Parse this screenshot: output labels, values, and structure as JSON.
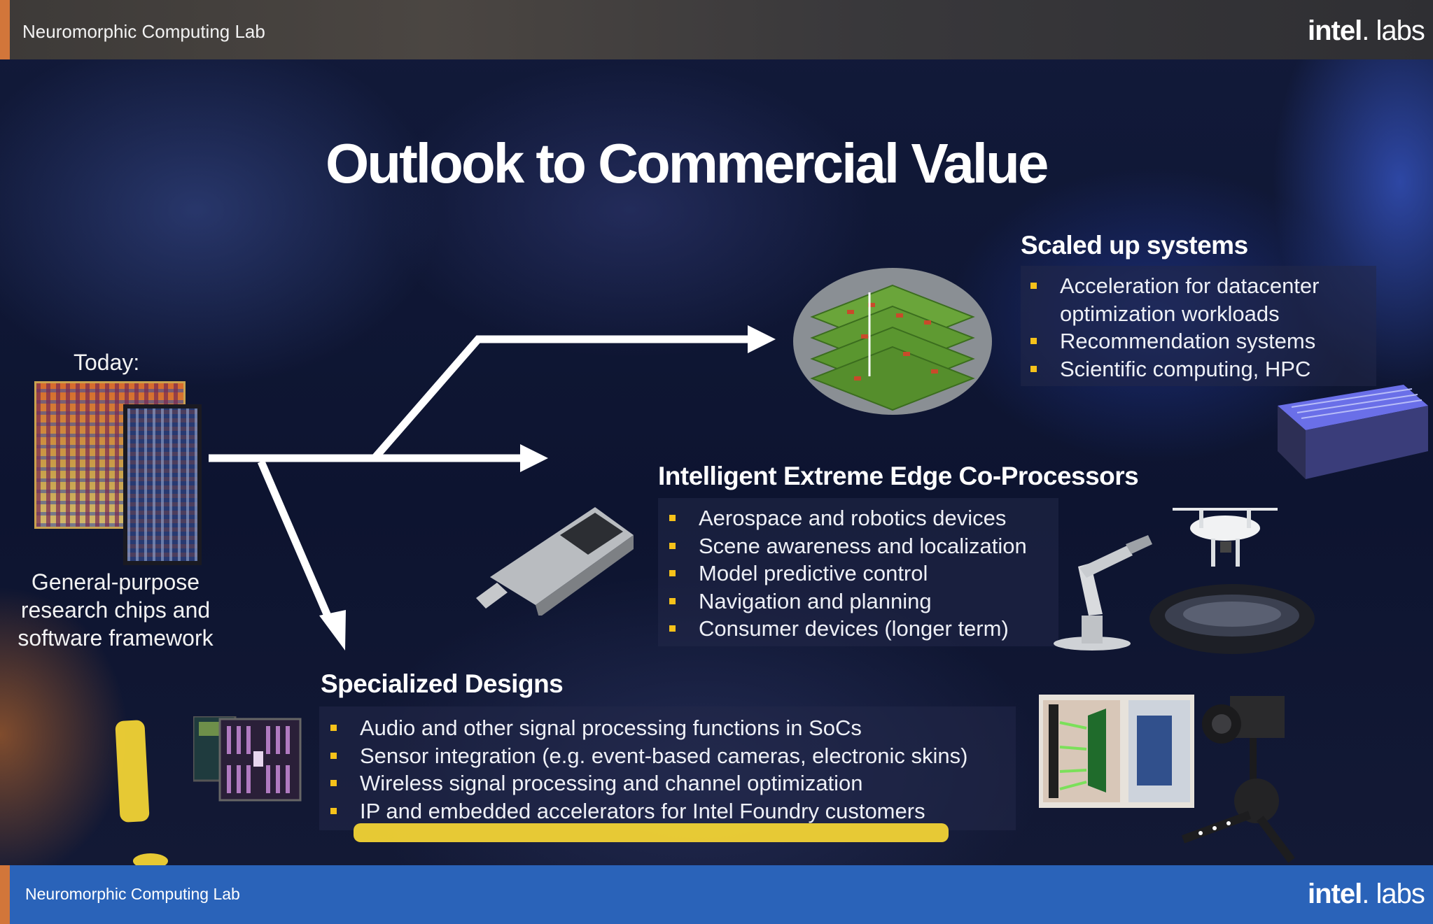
{
  "header": {
    "lab_name": "Neuromorphic Computing Lab",
    "brand_bold": "intel",
    "brand_light": ". labs"
  },
  "footer": {
    "lab_name": "Neuromorphic Computing Lab",
    "brand_bold": "intel",
    "brand_light": ". labs"
  },
  "title": "Outlook to Commercial Value",
  "today": {
    "label": "Today:",
    "description": "General-purpose research chips and software framework"
  },
  "sections": {
    "scaled": {
      "title": "Scaled up systems",
      "items": [
        "Acceleration for datacenter",
        "optimization workloads",
        "Recommendation systems",
        "Scientific computing, HPC"
      ]
    },
    "edge": {
      "title": "Intelligent Extreme Edge Co-Processors",
      "items": [
        "Aerospace and robotics devices",
        "Scene awareness and localization",
        "Model predictive control",
        "Navigation and planning",
        "Consumer devices (longer term)"
      ]
    },
    "specialized": {
      "title": "Specialized Designs",
      "items": [
        "Audio and other signal processing functions in SoCs",
        "Sensor integration (e.g. event-based cameras, electronic skins)",
        "Wireless signal processing and channel optimization",
        "IP and embedded accelerators for Intel Foundry customers"
      ]
    }
  },
  "colors": {
    "bullet": "#f6c21a",
    "footer_bar": "#2a63b9",
    "accent": "#d2763a"
  }
}
